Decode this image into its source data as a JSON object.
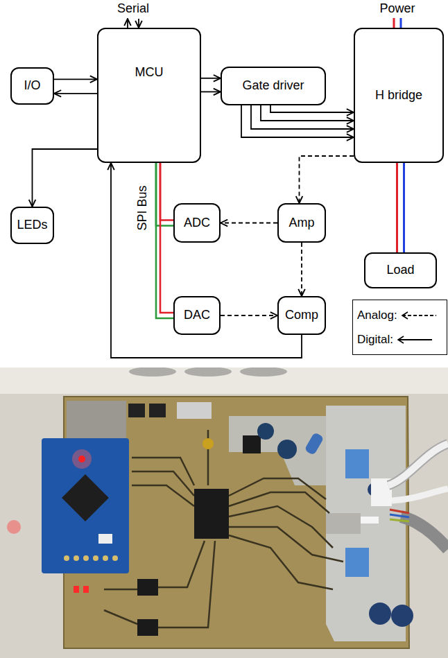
{
  "diagram": {
    "nodes": [
      {
        "text": [
          "I/O"
        ]
      },
      {
        "text": [
          "MCU"
        ]
      },
      {
        "text": [
          "Gate driver"
        ]
      },
      {
        "text": [
          "H bridge"
        ]
      },
      {
        "text": [
          "LEDs"
        ]
      },
      {
        "text": [
          "ADC"
        ]
      },
      {
        "text": [
          "Amp"
        ]
      },
      {
        "text": [
          "Load"
        ]
      },
      {
        "text": [
          "DAC"
        ]
      },
      {
        "text": [
          "Comp"
        ]
      }
    ],
    "edges": [
      {
        "from": 0,
        "to": 1,
        "arrow": "to"
      },
      {
        "from": 1,
        "to": 0,
        "arrow": "to"
      },
      {
        "from": 1,
        "to": 2,
        "arrow": "to"
      },
      {
        "from": 1,
        "to": 2,
        "arrow": "to"
      },
      {
        "from": 2,
        "to": 3,
        "arrow": "to"
      },
      {
        "from": 2,
        "to": 3,
        "arrow": "to"
      },
      {
        "from": 2,
        "to": 3,
        "arrow": "to"
      },
      {
        "from": 2,
        "to": 3,
        "arrow": "to"
      },
      {
        "from": 3,
        "to": 6,
        "arrow": "to"
      },
      {
        "from": 6,
        "to": 5,
        "arrow": "to"
      },
      {
        "from": 6,
        "to": 9,
        "arrow": "to"
      },
      {
        "from": 8,
        "to": 9,
        "arrow": "to"
      },
      {
        "from": 9,
        "to": 1,
        "arrow": "to"
      },
      {
        "from": 1,
        "to": 4,
        "arrow": "to"
      },
      {
        "from": 1,
        "to": 5,
        "arrow": "none"
      },
      {
        "from": 1,
        "to": 8,
        "arrow": "none"
      },
      {
        "from": 3,
        "to": 7,
        "arrow": "none"
      }
    ],
    "labels": [
      "Serial",
      "Power",
      "SPI Bus"
    ],
    "legend": [
      {
        "text": "Analog:"
      },
      {
        "text": "Digital:"
      }
    ]
  }
}
